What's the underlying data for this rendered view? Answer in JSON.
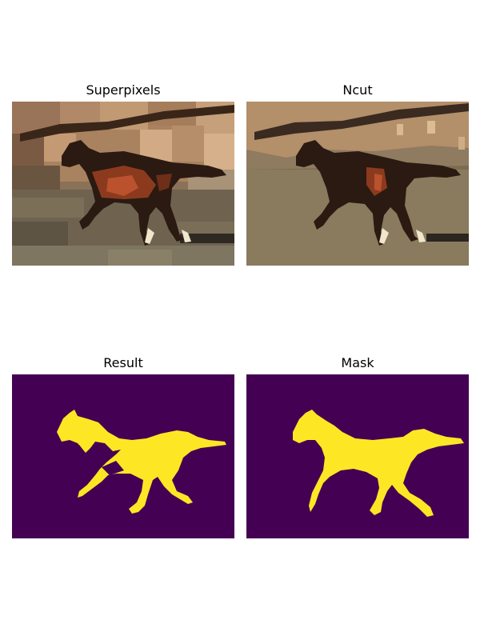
{
  "panels": [
    {
      "title": "Superpixels"
    },
    {
      "title": "Ncut"
    },
    {
      "title": "Result"
    },
    {
      "title": "Mask"
    }
  ],
  "colors": {
    "mask_background": "#440154",
    "mask_foreground": "#fde725",
    "horse_dark": "#2a1a12",
    "horse_brown": "#8c3a1e",
    "ground": "#7a6a52",
    "background_tan": "#b38f6a"
  }
}
